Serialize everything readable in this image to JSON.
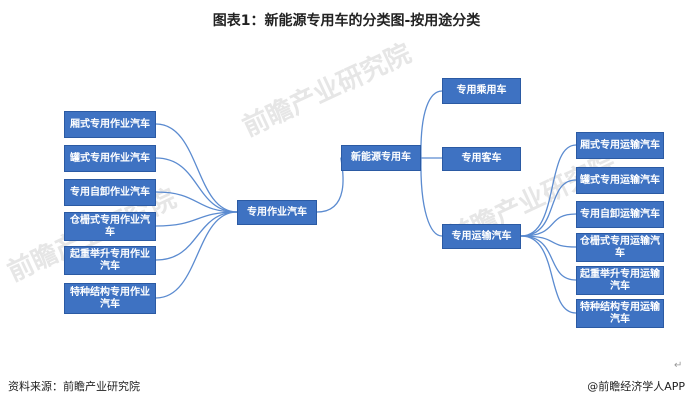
{
  "title": "图表1：新能源专用车的分类图-按用途分类",
  "watermark": "前瞻产业研究院",
  "root": "新能源专用车",
  "level1": [
    "专用乘用车",
    "专用客车",
    "专用运输汽车",
    "专用作业汽车"
  ],
  "work_vehicles": [
    "厢式专用作业汽车",
    "罐式专用作业汽车",
    "专用自卸作业汽车",
    "仓栅式专用作业汽车",
    "起重举升专用作业汽车",
    "特种结构专用作业汽车"
  ],
  "transport_vehicles": [
    "厢式专用运输汽车",
    "罐式专用运输汽车",
    "专用自卸运输汽车",
    "仓栅式专用运输汽车",
    "起重举升专用运输汽车",
    "特种结构专用运输汽车"
  ],
  "footer": {
    "source": "资料来源：前瞻产业研究院",
    "brand": "@前瞻经济学人APP"
  },
  "return_mark": "↵",
  "colors": {
    "box": "#3e72c2",
    "line": "#5b8bd0"
  }
}
